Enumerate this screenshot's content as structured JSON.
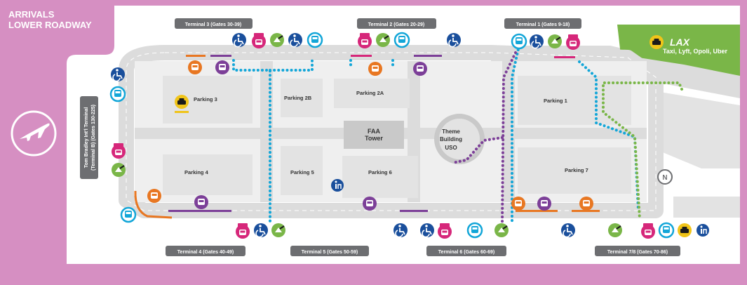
{
  "header": {
    "line1": "ARRIVALS",
    "line2": "LOWER ROADWAY"
  },
  "colors": {
    "pink": "#d68fc2",
    "road": "#dcdcdc",
    "block": "#e3e3e3",
    "blue_path": "#13a6d8",
    "purple_path": "#7c3f98",
    "green_path": "#7ab648",
    "orange": "#e87722",
    "accessibility": "#1a4f9c",
    "taxi_yellow": "#f0c419"
  },
  "terminals": {
    "t3": "Terminal 3 (Gates 30-39)",
    "t2": "Terminal 2 (Gates 20-29)",
    "t1": "Terminal 1 (Gates 9-18)",
    "t4": "Terminal 4 (Gates 40-49)",
    "t5": "Terminal 5 (Gates 50-59)",
    "t6": "Terminal 6 (Gates 60-69)",
    "t78": "Terminal 7/8 (Gates 70-86)",
    "tbit_line1": "Tom Bradley Int'l Terminal",
    "tbit_line2": "(Terminal B) (Gates 130-225)"
  },
  "parking": {
    "p3": "Parking 3",
    "p2b": "Parking 2B",
    "p2a": "Parking 2A",
    "p1": "Parking 1",
    "p4": "Parking 4",
    "p5": "Parking 5",
    "p6": "Parking 6",
    "p7": "Parking 7"
  },
  "landmarks": {
    "faa_line1": "FAA",
    "faa_line2": "Tower",
    "theme_line1": "Theme",
    "theme_line2": "Building",
    "uso": "USO"
  },
  "rideshare": {
    "brand": "LAX",
    "label": "Taxi, Lyft, Opoli, Uber"
  },
  "icon_text": {
    "lax": "LAX",
    "compass": "N"
  }
}
